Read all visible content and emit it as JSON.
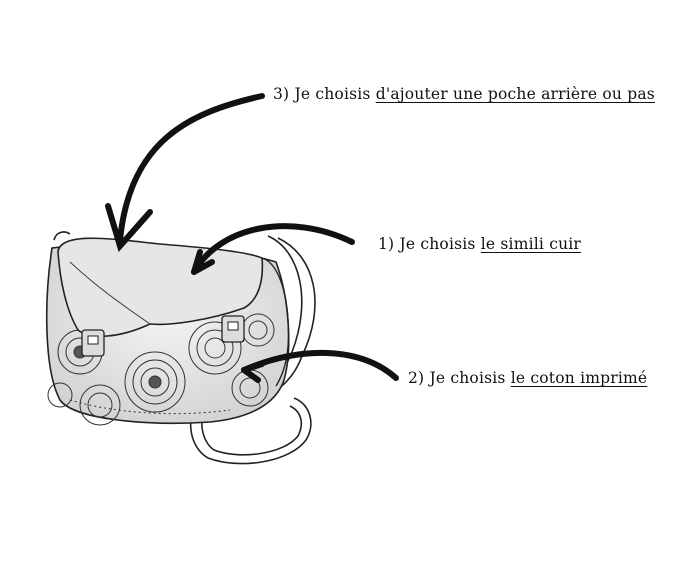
{
  "annotations": [
    {
      "number": "3)",
      "prefix": "Je choisis",
      "choice": "d'ajouter une poche arrière ou pas"
    },
    {
      "number": "1)",
      "prefix": "Je choisis",
      "choice": "le simili cuir"
    },
    {
      "number": "2)",
      "prefix": "Je choisis",
      "choice": "le coton imprimé"
    }
  ],
  "colors": {
    "ink": "#111111",
    "background": "#ffffff"
  },
  "illustration": "shoulder-bag-sketch"
}
